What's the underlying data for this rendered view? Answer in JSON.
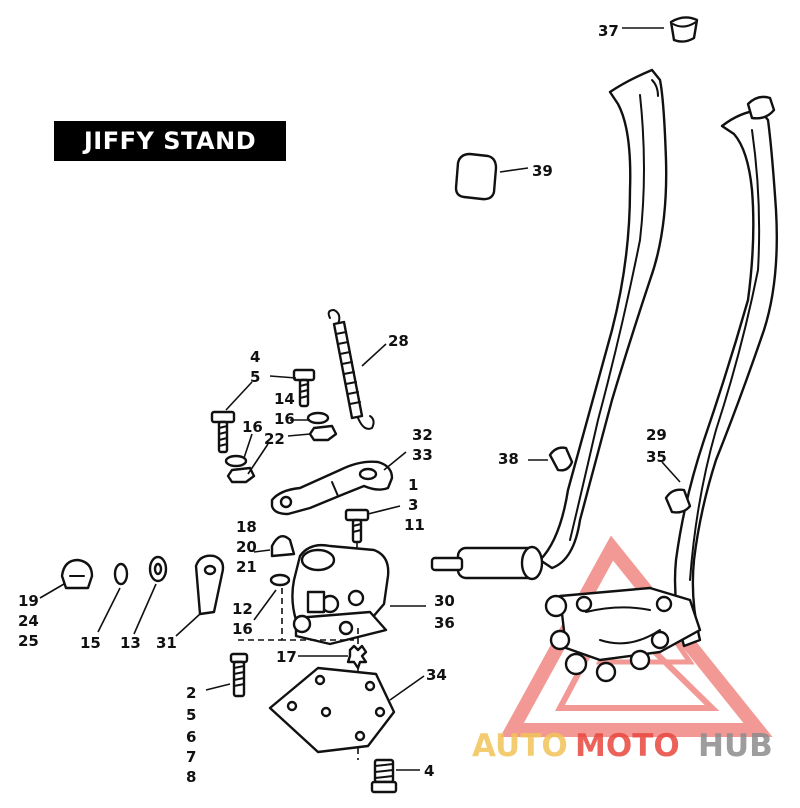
{
  "title": "JIFFY STAND",
  "callouts": {
    "c37": "37",
    "c39": "39",
    "c28": "28",
    "c4a": "4",
    "c5a": "5",
    "c14": "14",
    "c16a": "16",
    "c16b": "16",
    "c22": "22",
    "c32": "32",
    "c33": "33",
    "c38": "38",
    "c29": "29",
    "c35": "35",
    "c1": "1",
    "c3": "3",
    "c11": "11",
    "c18": "18",
    "c20": "20",
    "c21": "21",
    "c19": "19",
    "c24": "24",
    "c25": "25",
    "c15": "15",
    "c13": "13",
    "c31": "31",
    "c12": "12",
    "c16c": "16",
    "c30": "30",
    "c36": "36",
    "c17": "17",
    "c34": "34",
    "c2": "2",
    "c5b": "5",
    "c6": "6",
    "c7": "7",
    "c8": "8",
    "c4b": "4"
  },
  "watermark": {
    "part1": "AUTO",
    "part2": "MOTO",
    "part3": "HUB",
    "color_gold": "#f2c45a",
    "color_red": "#e8473f",
    "color_gray": "#8c8c8c"
  }
}
